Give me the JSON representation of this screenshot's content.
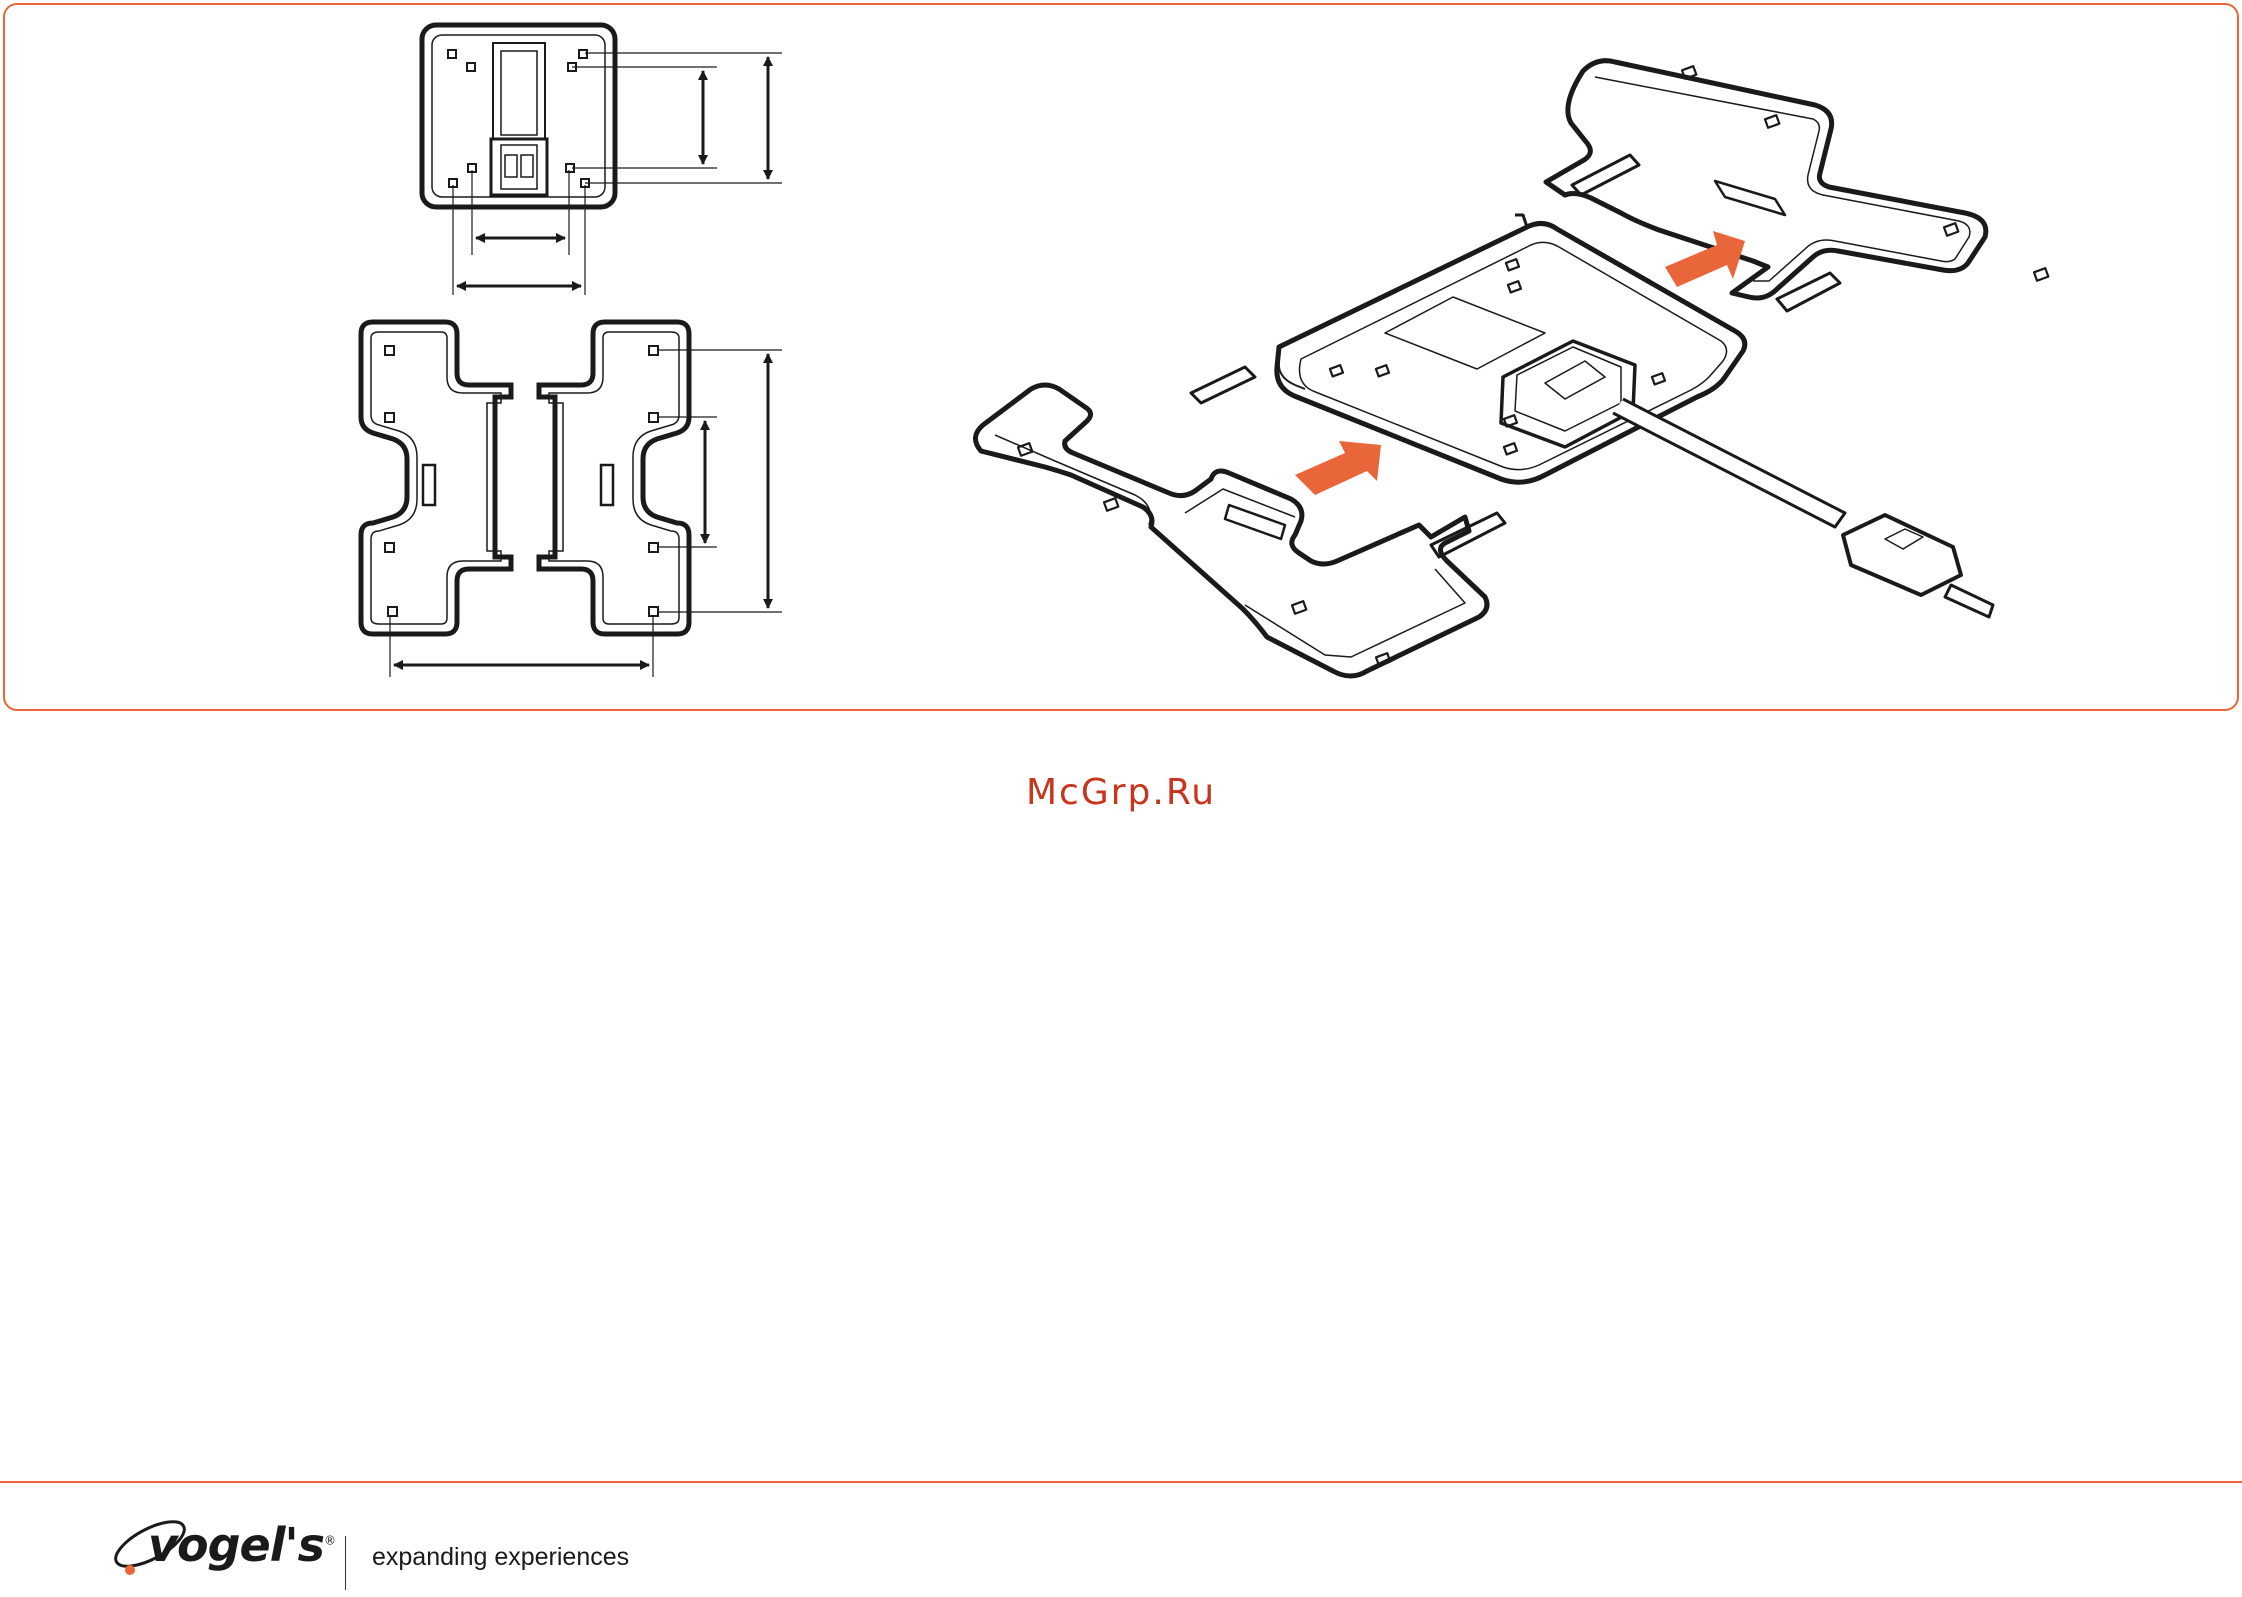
{
  "watermark": {
    "text": "McGrp.Ru"
  },
  "footer": {
    "brand": "vogel's",
    "registered_mark": "®",
    "tagline": "expanding experiences"
  },
  "colors": {
    "accent": "#E8663A",
    "watermark": "#C8341C",
    "line": "#1a1a1a"
  },
  "icons": {
    "brand_logo": "vogels-orbit-logo",
    "arrows": "dimension-arrows"
  }
}
